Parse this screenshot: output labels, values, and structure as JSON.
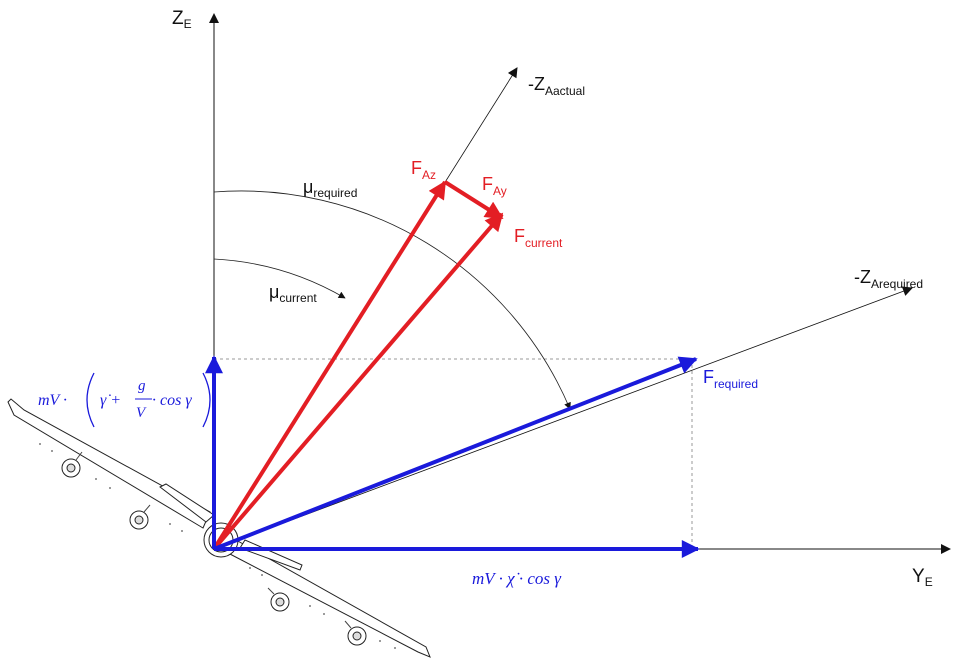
{
  "labels": {
    "z_axis": {
      "main": "Z",
      "sub": "E"
    },
    "y_axis": {
      "main": "Y",
      "sub": "E"
    },
    "z_actual": {
      "main": "-Z",
      "sub": "Aactual"
    },
    "z_required": {
      "main": "-Z",
      "sub": "Arequired"
    },
    "f_az": {
      "main": "F",
      "sub": "Az"
    },
    "f_ay": {
      "main": "F",
      "sub": "Ay"
    },
    "f_current": {
      "main": "F",
      "sub": "current"
    },
    "f_required": {
      "main": "F",
      "sub": "required"
    },
    "mu_required": {
      "main": "μ",
      "sub": "required"
    },
    "mu_current": {
      "main": "μ",
      "sub": "current"
    }
  },
  "formulas": {
    "vertical": {
      "prefix": "mV · ",
      "inner_a": "γ̇ + ",
      "num": "g",
      "den": "V",
      "inner_b": " · cos γ"
    },
    "horizontal": {
      "text": "mV · χ̇ · cos γ"
    }
  },
  "colors": {
    "red": "#e31e24",
    "blue": "#1a1adb",
    "black": "#111111",
    "grey": "#888888"
  }
}
